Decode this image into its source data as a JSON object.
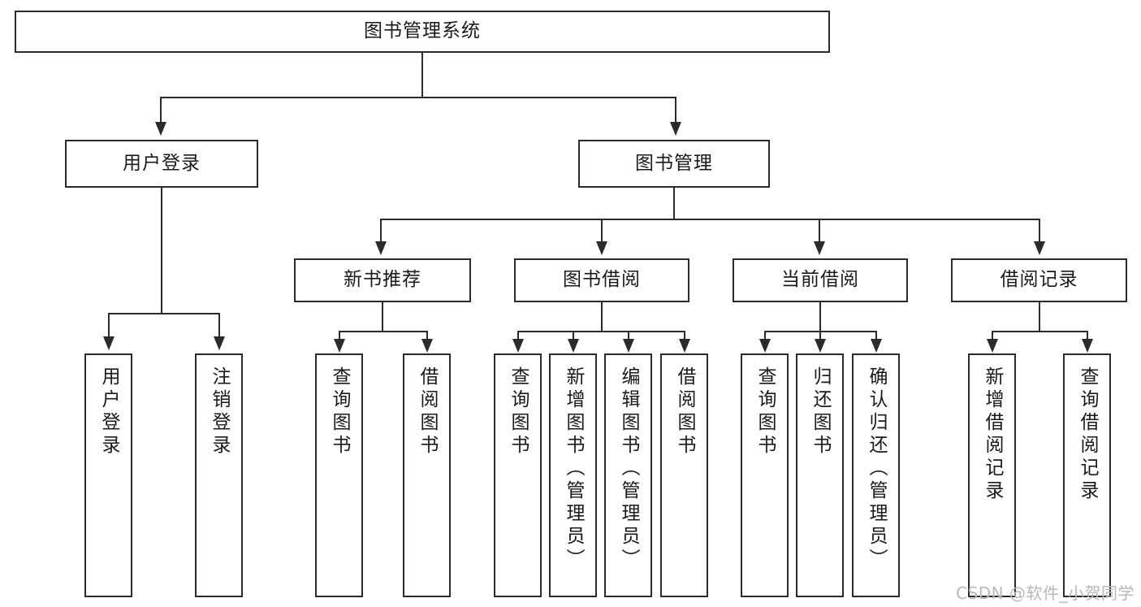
{
  "diagram": {
    "title": "图书管理系统",
    "watermark": "CSDN @软件_小贺同学",
    "nodes": {
      "root": "图书管理系统",
      "user_login": "用户登录",
      "book_manage": "图书管理",
      "new_book_rec": "新书推荐",
      "book_borrow": "图书借阅",
      "current_borrow": "当前借阅",
      "borrow_record": "借阅记录",
      "leaf_user_login": "用户登录",
      "leaf_logout": "注销登录",
      "leaf_query_book_1": "查询图书",
      "leaf_borrow_book_1": "借阅图书",
      "leaf_query_book_2": "查询图书",
      "leaf_add_book_admin": "新增图书（管理员）",
      "leaf_edit_book_admin": "编辑图书（管理员）",
      "leaf_borrow_book_2": "借阅图书",
      "leaf_query_book_3": "查询图书",
      "leaf_return_book": "归还图书",
      "leaf_confirm_return_admin": "确认归还（管理员）",
      "leaf_add_record": "新增借阅记录",
      "leaf_query_record": "查询借阅记录"
    }
  }
}
